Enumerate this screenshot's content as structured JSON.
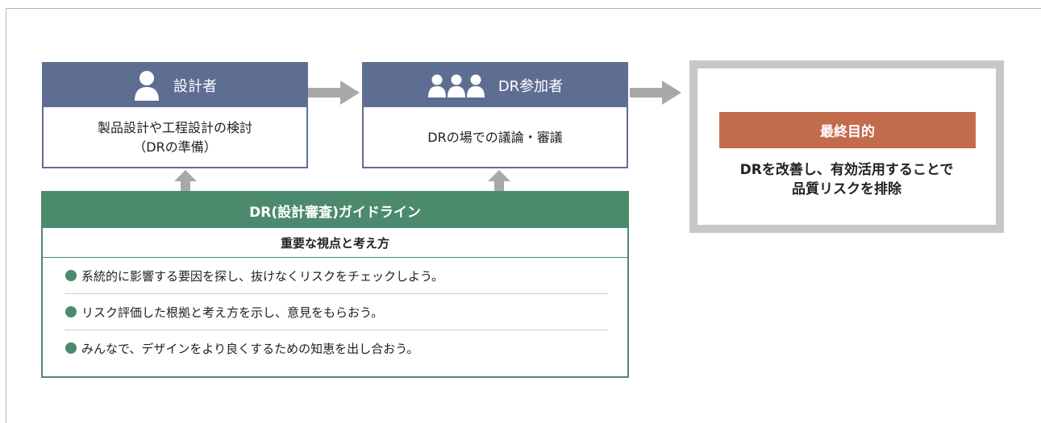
{
  "designer": {
    "title": "設計者",
    "line1": "製品設計や工程設計の検討",
    "line2": "（DRの準備）",
    "icon": "person-icon"
  },
  "participant": {
    "title": "DR参加者",
    "text": "DRの場での議論・審議",
    "icon": "group-icon"
  },
  "goal": {
    "title": "最終目的",
    "line1": "DRを改善し、有効活用することで",
    "line2": "品質リスクを排除"
  },
  "guideline": {
    "title": "DR(設計審査)ガイドライン",
    "subtitle": "重要な視点と考え方",
    "items": [
      "系統的に影響する要因を探し、抜けなくリスクをチェックしよう。",
      "リスク評価した根拠と考え方を示し、意見をもらおう。",
      "みんなで、デザインをより良くするための知恵を出し合おう。"
    ]
  },
  "colors": {
    "role_header": "#5e6e93",
    "guideline": "#4b8a6d",
    "goal_header": "#c36b4d",
    "arrow": "#a8a8a8",
    "goal_border": "#c7c7c7"
  }
}
